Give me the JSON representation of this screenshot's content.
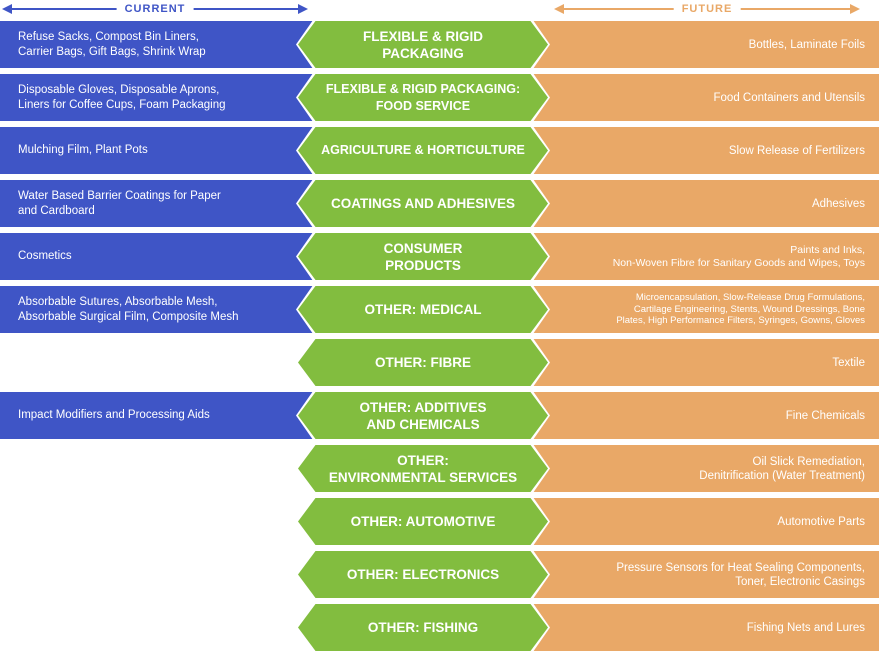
{
  "header": {
    "current_label": "CURRENT",
    "future_label": "FUTURE"
  },
  "colors": {
    "current": "#3f55c6",
    "category": "#82bd3f",
    "future": "#e9a867"
  },
  "rows": [
    {
      "current": "Refuse Sacks, Compost Bin Liners,\nCarrier Bags, Gift Bags, Shrink Wrap",
      "category": "FLEXIBLE & RIGID\nPACKAGING",
      "future": "Bottles, Laminate Foils"
    },
    {
      "current": "Disposable Gloves, Disposable Aprons,\nLiners for Coffee Cups, Foam Packaging",
      "category": "FLEXIBLE & RIGID PACKAGING:\nFOOD SERVICE",
      "future": "Food Containers and Utensils"
    },
    {
      "current": "Mulching Film, Plant Pots",
      "category": "AGRICULTURE & HORTICULTURE",
      "future": "Slow Release of Fertilizers"
    },
    {
      "current": "Water Based Barrier Coatings for Paper\nand Cardboard",
      "category": "COATINGS AND ADHESIVES",
      "future": "Adhesives"
    },
    {
      "current": "Cosmetics",
      "category": "CONSUMER\nPRODUCTS",
      "future": "Paints and Inks,\nNon-Woven Fibre for Sanitary Goods and Wipes, Toys"
    },
    {
      "current": "Absorbable Sutures, Absorbable Mesh,\nAbsorbable Surgical Film, Composite Mesh",
      "category": "OTHER: MEDICAL",
      "future": "Microencapsulation, Slow-Release Drug Formulations,\nCartilage Engineering, Stents, Wound Dressings, Bone\nPlates, High Performance Filters, Syringes, Gowns, Gloves"
    },
    {
      "current": "",
      "category": "OTHER: FIBRE",
      "future": "Textile"
    },
    {
      "current": "Impact Modifiers and Processing Aids",
      "category": "OTHER: ADDITIVES\nAND CHEMICALS",
      "future": "Fine Chemicals"
    },
    {
      "current": "",
      "category": "OTHER:\nENVIRONMENTAL SERVICES",
      "future": "Oil Slick Remediation,\nDenitrification (Water Treatment)"
    },
    {
      "current": "",
      "category": "OTHER: AUTOMOTIVE",
      "future": "Automotive Parts"
    },
    {
      "current": "",
      "category": "OTHER: ELECTRONICS",
      "future": "Pressure Sensors for Heat Sealing Components,\nToner, Electronic Casings"
    },
    {
      "current": "",
      "category": "OTHER: FISHING",
      "future": "Fishing Nets and Lures"
    }
  ]
}
